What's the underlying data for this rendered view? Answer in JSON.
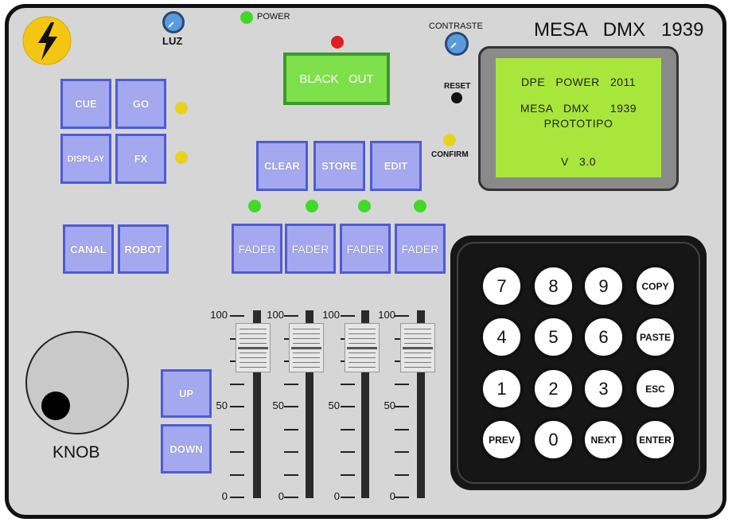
{
  "title": "MESA   DMX   1939",
  "power_label": "POWER",
  "luz_label": "LUZ",
  "contraste_label": "CONTRASTE",
  "reset_label": "RESET",
  "confirm_label": "CONFIRM",
  "blackout_label": "BLACK   OUT",
  "knob_label": "KNOB",
  "buttons": {
    "cue": "CUE",
    "go": "GO",
    "display": "DISPLAY",
    "fx": "FX",
    "canal": "CANAL",
    "robot": "ROBOT",
    "clear": "CLEAR",
    "store": "STORE",
    "edit": "EDIT",
    "up": "UP",
    "down": "DOWN"
  },
  "faders": [
    "FADER",
    "FADER",
    "FADER",
    "FADER"
  ],
  "lcd": {
    "line1": "DPE   POWER   2011",
    "line2": "MESA   DMX      1939",
    "line3": "PROTOTIPO",
    "line4": "V   3.0"
  },
  "scale": {
    "top": "100",
    "mid": "50",
    "bottom": "0"
  },
  "keypad": [
    [
      "7",
      "8",
      "9",
      "COPY"
    ],
    [
      "4",
      "5",
      "6",
      "PASTE"
    ],
    [
      "1",
      "2",
      "3",
      "ESC"
    ],
    [
      "PREV",
      "0",
      "NEXT",
      "ENTER"
    ]
  ],
  "colors": {
    "panel": "#d6d6d6",
    "button": "#a4a9ef",
    "button_border": "#4d5bd8",
    "lcd": "#a8e63c",
    "blackout": "#7ee04a"
  }
}
